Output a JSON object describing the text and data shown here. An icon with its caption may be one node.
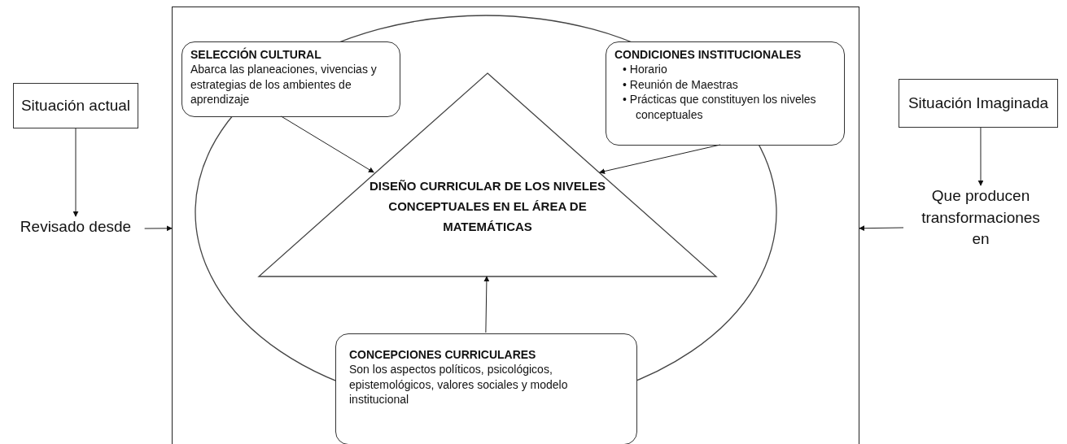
{
  "diagram": {
    "nodes": [
      {
        "text": [],
        "shape": "box"
      },
      {
        "text": [],
        "shape": "ellipse",
        "in": 0
      },
      {
        "text": [
          "DISEÑO CURRICULAR DE LOS NIVELES CONCEPTUALES EN EL ÁREA DE MATEMÁTICAS"
        ],
        "in": 1
      },
      {
        "text": [
          "SELECCIÓN CULTURAL",
          "Abarca las planeaciones, vivencias  y estrategias de los ambientes de aprendizaje"
        ],
        "in": 0
      },
      {
        "text": [
          "CONDICIONES INSTITUCIONALES",
          "• Horario",
          "• Reunión de Maestras",
          "• Prácticas que constituyen los niveles conceptuales"
        ],
        "in": 0
      },
      {
        "text": [
          "CONCEPCIONES CURRICULARES",
          "Son los aspectos políticos, psicológicos, epistemológicos, valores sociales y modelo institucional"
        ],
        "in": 0
      },
      {
        "text": [
          "Situación actual"
        ]
      },
      {
        "text": [
          "Revisado desde"
        ]
      },
      {
        "text": [
          "Situación Imaginada"
        ]
      },
      {
        "text": [
          "Que producen transformaciones en"
        ]
      }
    ],
    "edges": [
      {
        "from": 3,
        "to": 2,
        "arrow": "to"
      },
      {
        "from": 4,
        "to": 2,
        "arrow": "to"
      },
      {
        "from": 5,
        "to": 2,
        "arrow": "to"
      },
      {
        "from": 6,
        "to": 7,
        "arrow": "to"
      },
      {
        "from": 7,
        "to": 0,
        "arrow": "to"
      },
      {
        "from": 8,
        "to": 9,
        "arrow": "to"
      },
      {
        "from": 9,
        "to": 0,
        "arrow": "to"
      }
    ]
  }
}
